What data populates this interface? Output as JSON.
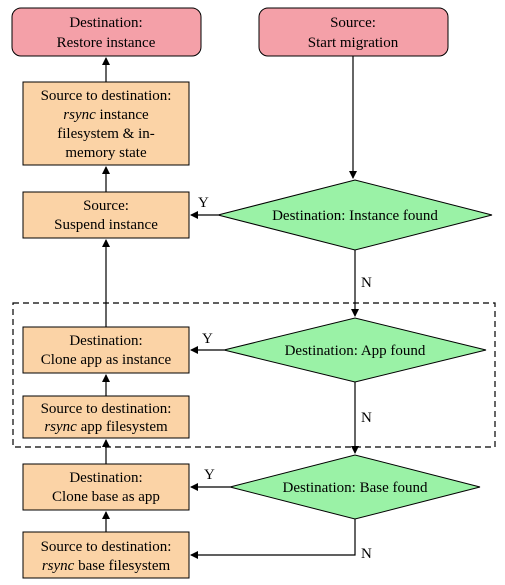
{
  "colors": {
    "terminal_fill": "#f4a0a8",
    "process_fill": "#fbd3a6",
    "decision_fill": "#9af2a6",
    "stroke": "#000000"
  },
  "nodes": {
    "dest_restore": {
      "line1": "Destination:",
      "line2": "Restore instance"
    },
    "src_start": {
      "line1": "Source:",
      "line2": "Start migration"
    },
    "rsync_instance": {
      "line1": "Source to destination:",
      "line2_italic": "rsync",
      "line2_rest": " instance",
      "line3": "filesystem & in-",
      "line4": "memory state"
    },
    "suspend": {
      "line1": "Source:",
      "line2": "Suspend instance"
    },
    "instance_found": {
      "label": "Destination: Instance found"
    },
    "clone_app": {
      "line1": "Destination:",
      "line2": "Clone app as instance"
    },
    "app_found": {
      "label": "Destination: App found"
    },
    "rsync_app": {
      "line1": "Source to destination:",
      "line2_italic": "rsync",
      "line2_rest": " app filesystem"
    },
    "clone_base": {
      "line1": "Destination:",
      "line2": "Clone base as app"
    },
    "base_found": {
      "label": "Destination: Base found"
    },
    "rsync_base": {
      "line1": "Source to destination:",
      "line2_italic": "rsync",
      "line2_rest": " base filesystem"
    }
  },
  "edge_labels": {
    "yes": "Y",
    "no": "N"
  }
}
